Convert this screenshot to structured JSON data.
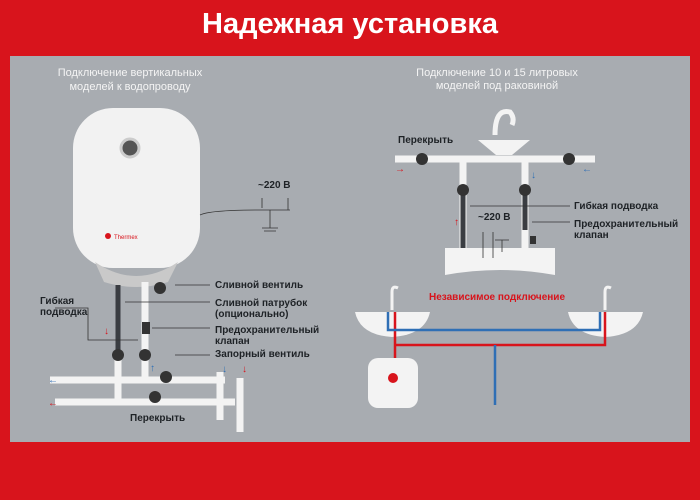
{
  "title": "Надежная установка",
  "left": {
    "heading": [
      "Подключение вертикальных",
      "моделей  к водопроводу"
    ],
    "voltage": "~220 В",
    "brand": "Thermex",
    "labels": {
      "flex_hose": [
        "Гибкая",
        "подводка"
      ],
      "drain_valve": "Сливной вентиль",
      "drain_pipe": [
        "Сливной патрубок",
        "(опционально)"
      ],
      "safety_valve": [
        "Предохранительный",
        "клапан"
      ],
      "shutoff_valve": "Запорный вентиль",
      "shut_off": "Перекрыть"
    }
  },
  "right": {
    "heading": [
      "Подключение 10 и 15 литровых",
      "моделей   под раковиной"
    ],
    "shut_off": "Перекрыть",
    "voltage": "~220 В",
    "flex_hose": "Гибкая подводка",
    "safety_valve": [
      "Предохранительный",
      "клапан"
    ],
    "independent": "Независимое подключение"
  },
  "colors": {
    "red": "#d8141c",
    "blue": "#2f6fb5",
    "panel": "#a8acb1"
  }
}
